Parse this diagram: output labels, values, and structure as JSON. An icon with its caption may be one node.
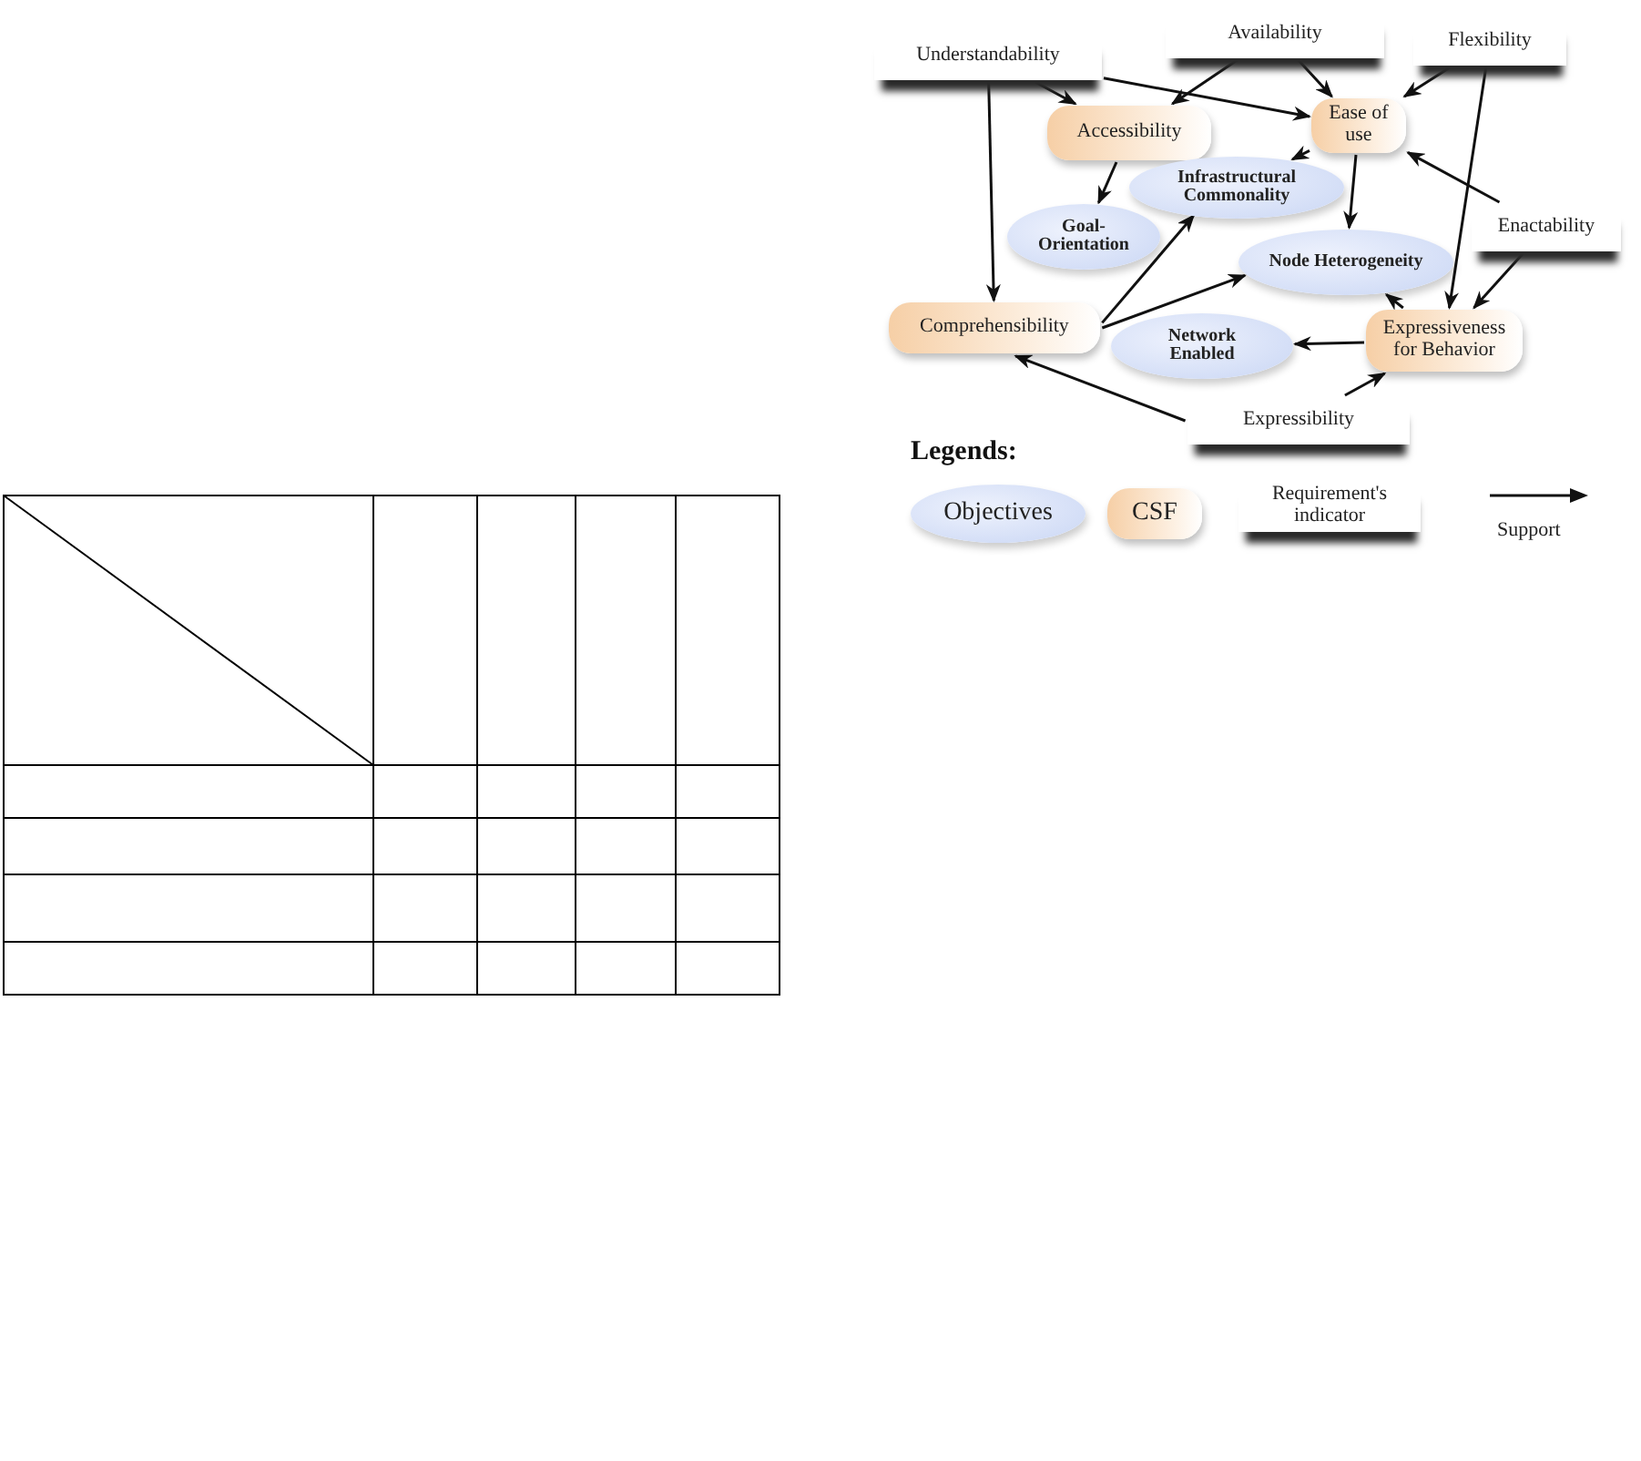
{
  "diagram": {
    "nodes": [
      {
        "text": [
          "Understandability"
        ]
      },
      {
        "text": [
          "Availability"
        ]
      },
      {
        "text": [
          "Flexibility"
        ]
      },
      {
        "text": [
          "Accessibility"
        ]
      },
      {
        "text": [
          "Ease of use"
        ]
      },
      {
        "text": [
          "Infrastructural Commonality"
        ]
      },
      {
        "text": [
          "Goal-Orientation"
        ]
      },
      {
        "text": [
          "Node Heterogeneity"
        ]
      },
      {
        "text": [
          "Enactability"
        ]
      },
      {
        "text": [
          "Comprehensibility"
        ]
      },
      {
        "text": [
          "Network Enabled"
        ]
      },
      {
        "text": [
          "Expressiveness for Behavior"
        ]
      },
      {
        "text": [
          "Expressibility"
        ]
      }
    ],
    "edges": [
      {
        "from": 0,
        "to": 3,
        "arrow": "to"
      },
      {
        "from": 0,
        "to": 4,
        "arrow": "to"
      },
      {
        "from": 0,
        "to": 9,
        "arrow": "to"
      },
      {
        "from": 1,
        "to": 3,
        "arrow": "to"
      },
      {
        "from": 1,
        "to": 4,
        "arrow": "to"
      },
      {
        "from": 2,
        "to": 4,
        "arrow": "to"
      },
      {
        "from": 2,
        "to": 11,
        "arrow": "to"
      },
      {
        "from": 8,
        "to": 4,
        "arrow": "to"
      },
      {
        "from": 8,
        "to": 11,
        "arrow": "to"
      },
      {
        "from": 3,
        "to": 6,
        "arrow": "to"
      },
      {
        "from": 4,
        "to": 5,
        "arrow": "to"
      },
      {
        "from": 4,
        "to": 7,
        "arrow": "to"
      },
      {
        "from": 9,
        "to": 5,
        "arrow": "to"
      },
      {
        "from": 9,
        "to": 7,
        "arrow": "to"
      },
      {
        "from": 11,
        "to": 7,
        "arrow": "to"
      },
      {
        "from": 11,
        "to": 10,
        "arrow": "to"
      },
      {
        "from": 12,
        "to": 9,
        "arrow": "to"
      },
      {
        "from": 12,
        "to": 11,
        "arrow": "to"
      }
    ],
    "labels": [
      "Legends:"
    ],
    "legend": [
      {
        "text": "Objectives"
      },
      {
        "text": "CSF"
      },
      {
        "text": "Requirement's indicator"
      },
      {
        "text": "Support"
      }
    ]
  }
}
